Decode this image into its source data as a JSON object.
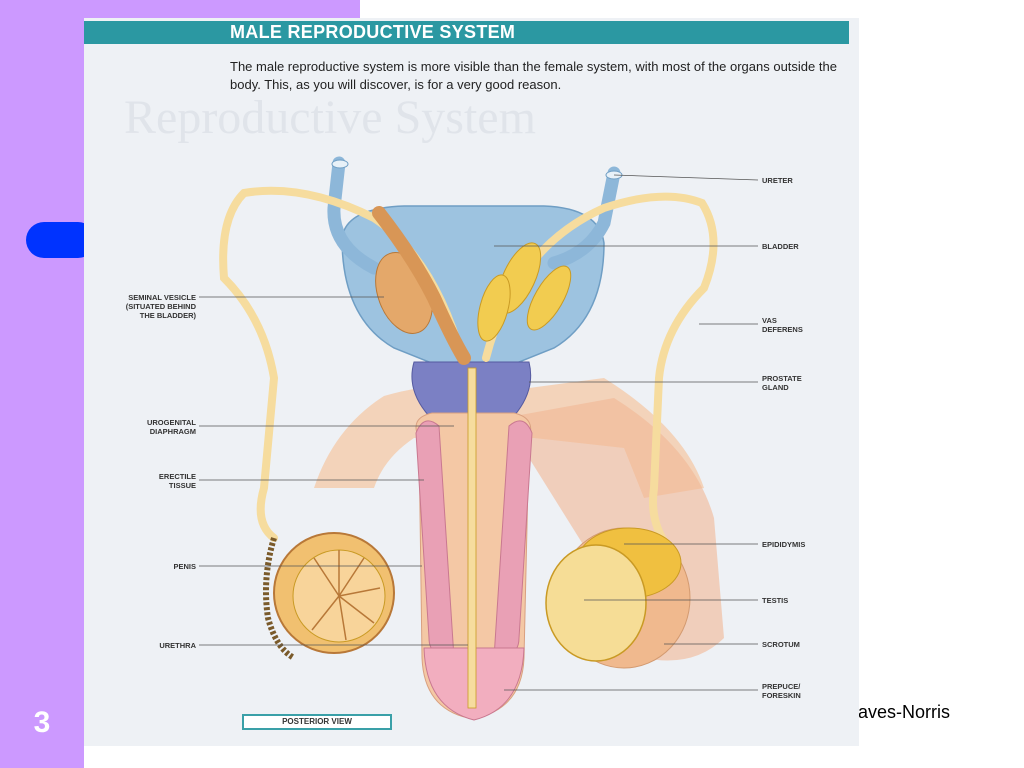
{
  "slide": {
    "number": "3",
    "author_fragment": "aves-Norris"
  },
  "page": {
    "title": "MALE REPRODUCTIVE SYSTEM",
    "intro": "The male reproductive system is more visible than the female system, with most of the organs outside the body. This, as you will discover, is for a very good reason.",
    "background_heading": "Reproductive System",
    "view_label": "POSTERIOR VIEW"
  },
  "labels": {
    "right": [
      "URETER",
      "BLADDER",
      "VAS\nDEFERENS",
      "PROSTATE\nGLAND",
      "EPIDIDYMIS",
      "TESTIS",
      "SCROTUM",
      "PREPUCE/\nFORESKIN"
    ],
    "left": [
      "SEMINAL VESICLE\n(SITUATED BEHIND\nTHE BLADDER)",
      "UROGENITAL\nDIAPHRAGM",
      "ERECTILE\nTISSUE",
      "PENIS",
      "URETHRA"
    ]
  },
  "colors": {
    "sidebar": "#cc99ff",
    "accent_pill": "#0033ff",
    "title_band": "#2b98a2",
    "bladder": "#9dc3e0",
    "prostate": "#7b80c4",
    "vesicle": "#f0c040",
    "erectile": "#e9a0b5",
    "skin": "#f4c8a5"
  }
}
